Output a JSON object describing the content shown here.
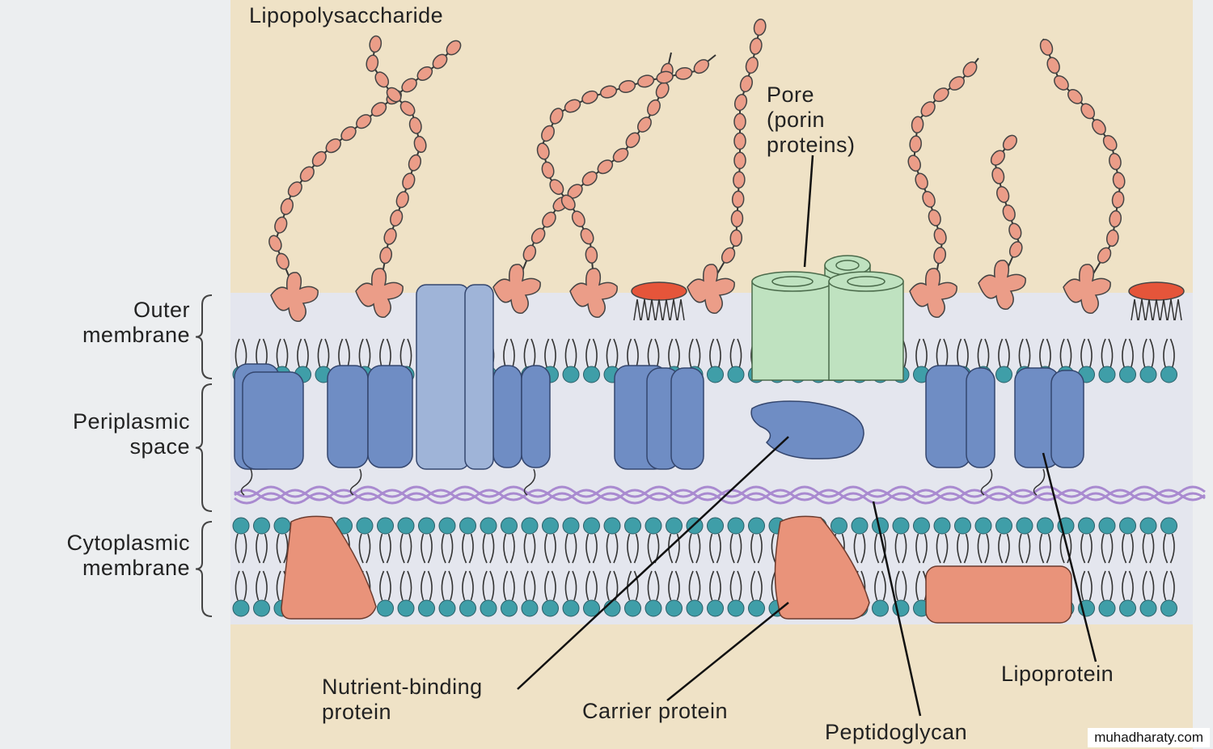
{
  "labels": {
    "lipopolysaccharide": "Lipopolysaccharide",
    "pore": [
      "Pore",
      "(porin",
      "proteins)"
    ],
    "outer_membrane": [
      "Outer",
      "membrane"
    ],
    "periplasmic_space": [
      "Periplasmic",
      "space"
    ],
    "cytoplasmic_membrane": [
      "Cytoplasmic",
      "membrane"
    ],
    "nutrient_binding": [
      "Nutrient-binding",
      "protein"
    ],
    "carrier_protein": "Carrier protein",
    "peptidoglycan": "Peptidoglycan",
    "lipoprotein": "Lipoprotein"
  },
  "watermark": "muhadharaty.com",
  "colors": {
    "background": "#efe2c6",
    "membrane_zone": "#e4e6ee",
    "lipid_head": "#3f9ea8",
    "protein_blue": "#6f8dc4",
    "protein_light_blue": "#9fb4d8",
    "protein_pink": "#e9937a",
    "porin_green": "#bfe2c0",
    "peptidoglycan": "#a98ad0",
    "lps_sugar": "#eb9d88",
    "lipid_a_red": "#e5553a"
  }
}
